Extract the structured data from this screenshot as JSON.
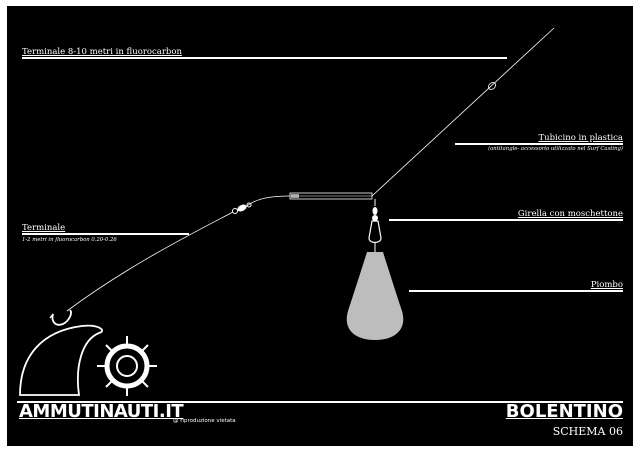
{
  "labels": {
    "terminale_long": "Terminale 8-10 metri in fluorocarbon",
    "tubicino": "Tubicino in plastica",
    "tubicino_note": "(antitangle- accessorio utilizzato nel Surf Casting)",
    "girella": "Girella con moschettone",
    "terminale": "Terminale",
    "terminale_note": "1-2 metri in fluorocarbon 0.20-0.26",
    "piombo": "Piombo"
  },
  "footer": {
    "brand": "AMMUTINAUTI.IT",
    "copyright": "@ riproduzione vietata",
    "title": "BOLENTINO",
    "scheme": "SCHEMA 06"
  },
  "colors": {
    "background": "#000000",
    "frame": "#ffffff",
    "line": "#ffffff",
    "sinker": "#bdbdbd"
  },
  "icons": [
    "fish-hook-icon",
    "swivel-icon",
    "sinker-icon",
    "logo-wave-icon",
    "ship-wheel-icon"
  ]
}
